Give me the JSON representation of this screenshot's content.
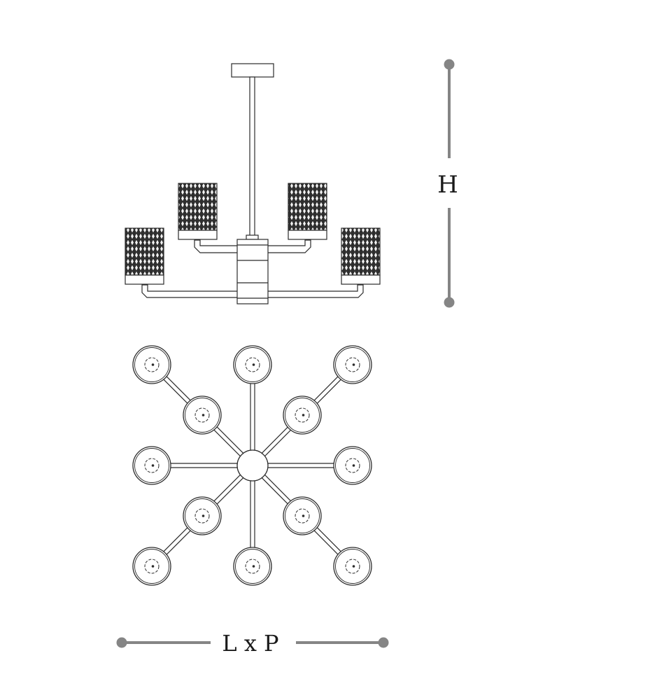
{
  "dimensions": {
    "height_label": "H",
    "width_label": "L x P"
  },
  "colors": {
    "line": "#2b2b2b",
    "shade_fill": "#3a3a3a",
    "dimension": "#858585",
    "label": "#1a1a1a"
  },
  "front_view": {
    "shades": 4
  },
  "top_view": {
    "arms": 8,
    "lamps": 12
  }
}
